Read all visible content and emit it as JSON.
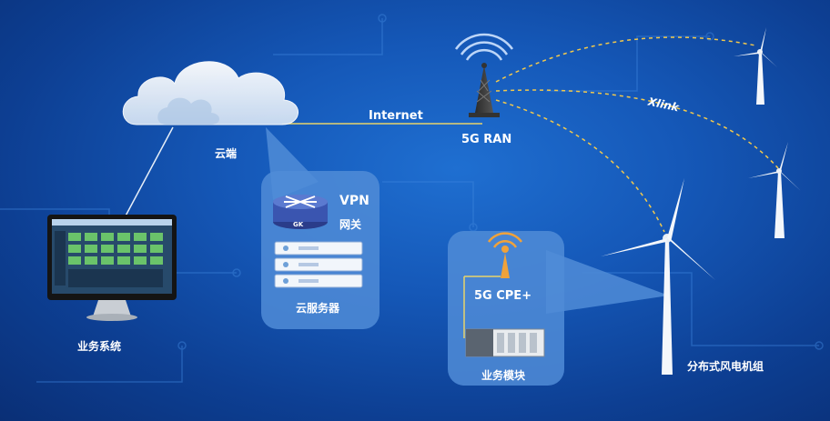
{
  "labels": {
    "cloud": "云端",
    "internet": "Internet",
    "ran": "5G RAN",
    "xlink": "Xlink",
    "vpn": "VPN",
    "gateway": "网关",
    "gk": "GK",
    "cloud_server": "云服务器",
    "cpe": "5G CPE+",
    "business_module": "业务模块",
    "business_system": "业务系统",
    "wind_turbine": "分布式风电机组"
  },
  "colors": {
    "background": "#1558b8",
    "panel": "#508cd7",
    "link_line": "#e8d36a",
    "dashed_link": "#f2c94c"
  }
}
